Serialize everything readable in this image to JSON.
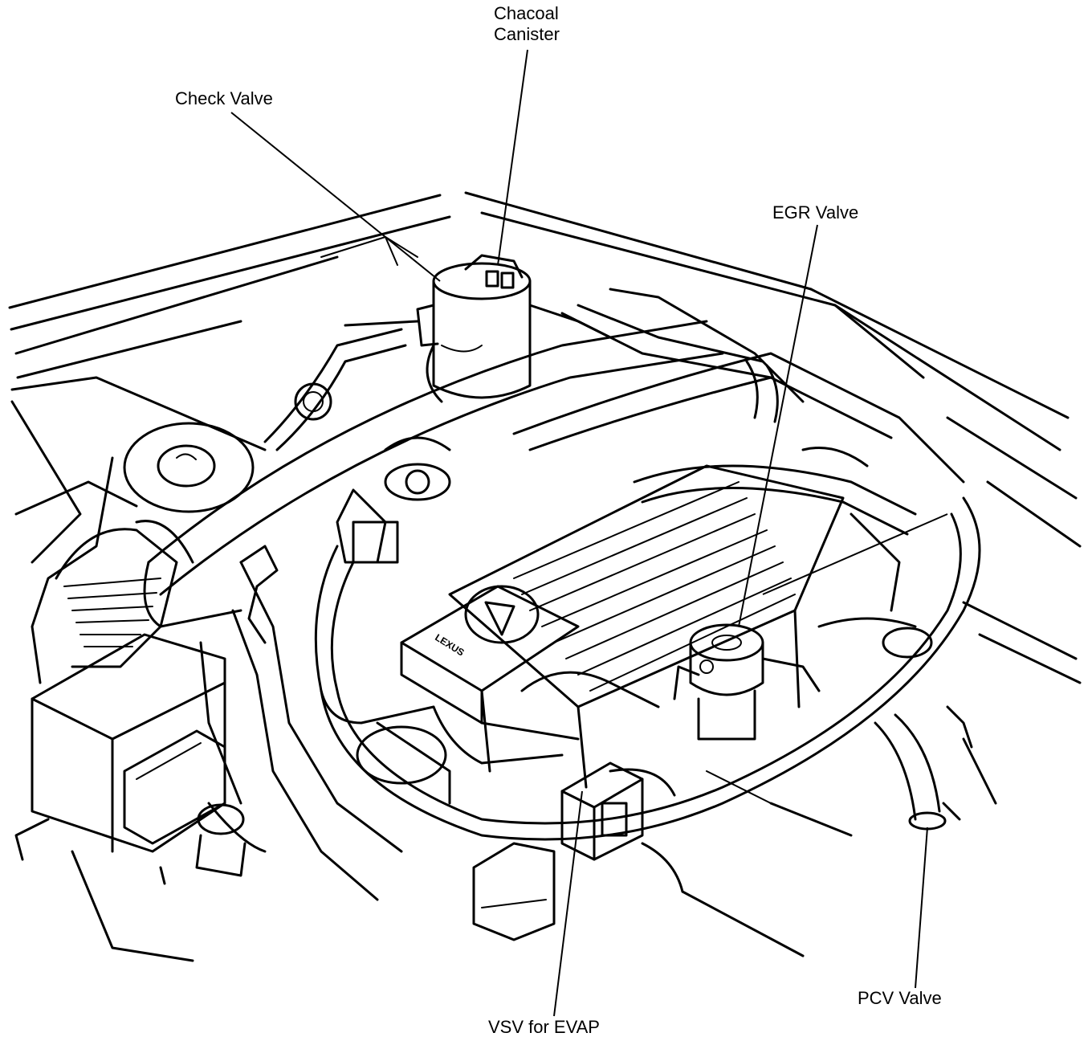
{
  "labels": {
    "charcoal_canister": [
      "Chacoal",
      "Canister"
    ],
    "check_valve": "Check Valve",
    "egr_valve": "EGR Valve",
    "pcv_valve": "PCV Valve",
    "vsv_for_evap": "VSV for EVAP"
  },
  "emblem": {
    "text": "LEXUS"
  },
  "colors": {
    "ink": "#000000",
    "paper": "#ffffff"
  }
}
